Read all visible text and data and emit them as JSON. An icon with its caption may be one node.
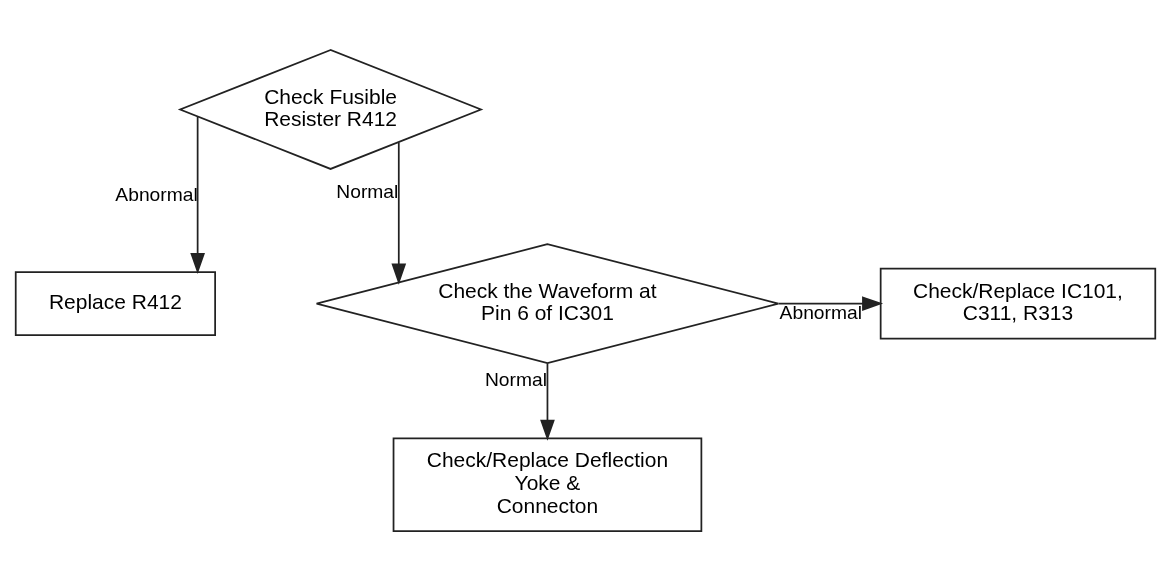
{
  "diagram": {
    "nodes": [
      {
        "text": [
          "Check Fusible Resister R412"
        ]
      },
      {
        "text": [
          "Replace R412"
        ]
      },
      {
        "text": [
          "Check the Waveform at Pin 6 of IC301"
        ]
      },
      {
        "text": [
          "Check/Replace IC101, C311, R313"
        ]
      },
      {
        "text": [
          "Check/Replace Deflection Yoke & Connecton"
        ]
      }
    ],
    "edges": [
      {
        "from": 0,
        "to": 1,
        "arrow": "to",
        "label": "Abnormal"
      },
      {
        "from": 0,
        "to": 2,
        "arrow": "to",
        "label": "Normal"
      },
      {
        "from": 2,
        "to": 3,
        "arrow": "to",
        "label": "Abnormal"
      },
      {
        "from": 2,
        "to": 4,
        "arrow": "to",
        "label": "Normal"
      }
    ]
  }
}
